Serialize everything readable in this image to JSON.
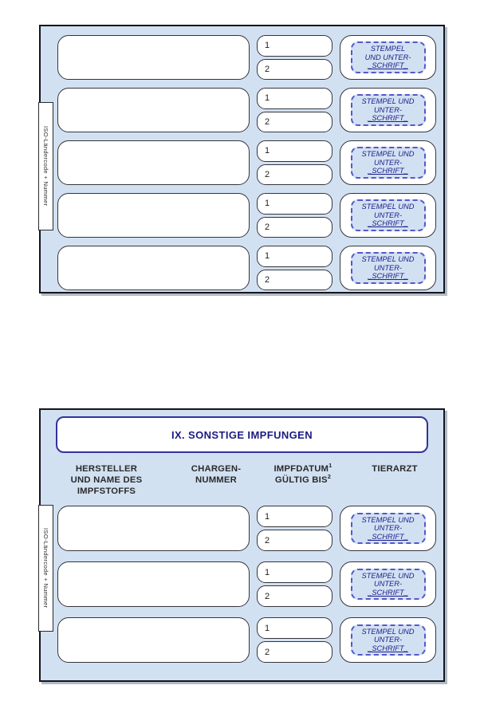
{
  "document": {
    "side_tab": {
      "label": "ISO-Ländercode + Nummer"
    },
    "field_labels": {
      "date": "1",
      "valid_until": "2"
    },
    "stamp_box": {
      "first_row_lines": [
        "STEMPEL",
        "UND UNTER-",
        "_SCHRIFT_"
      ],
      "lines": [
        "STEMPEL UND",
        "UNTER-",
        "_SCHRIFT_"
      ]
    },
    "section_ix": {
      "title": "IX. SONSTIGE IMPFUNGEN",
      "col1": {
        "line1": "HERSTELLER",
        "line2": "UND NAME DES",
        "line3": "IMPFSTOFFS"
      },
      "col2": {
        "line1": "CHARGEN-",
        "line2": "NUMMER"
      },
      "col3": {
        "line1": "IMPFDATUM",
        "sup1": "1",
        "line2": "GÜLTIG BIS",
        "sup2": "2"
      },
      "col4": {
        "line1": "TIERARZT"
      }
    },
    "counts": {
      "top_panel_rows": "5",
      "bottom_panel_rows": "3"
    },
    "colors": {
      "panel_background": "#d2e1f2",
      "panel_border": "#15151d",
      "field_border": "#35353c",
      "stamp_dash": "#5757c9",
      "stamp_text": "#20208c",
      "title_text": "#1b1b82",
      "title_border": "#33339b",
      "header_text": "#2a2a2a"
    }
  }
}
